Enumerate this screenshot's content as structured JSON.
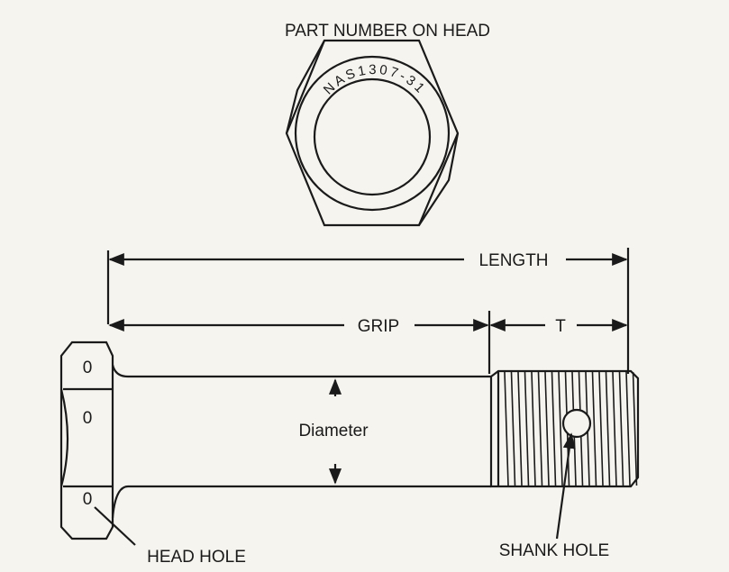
{
  "title": "PART NUMBER ON HEAD",
  "head_marking": "NAS1307-31",
  "dimensions": {
    "length": "LENGTH",
    "grip": "GRIP",
    "thread": "T",
    "diameter": "Diameter"
  },
  "callouts": {
    "head_hole": "HEAD HOLE",
    "shank_hole": "SHANK HOLE"
  },
  "head_hole_marks": [
    "0",
    "0",
    "0"
  ]
}
